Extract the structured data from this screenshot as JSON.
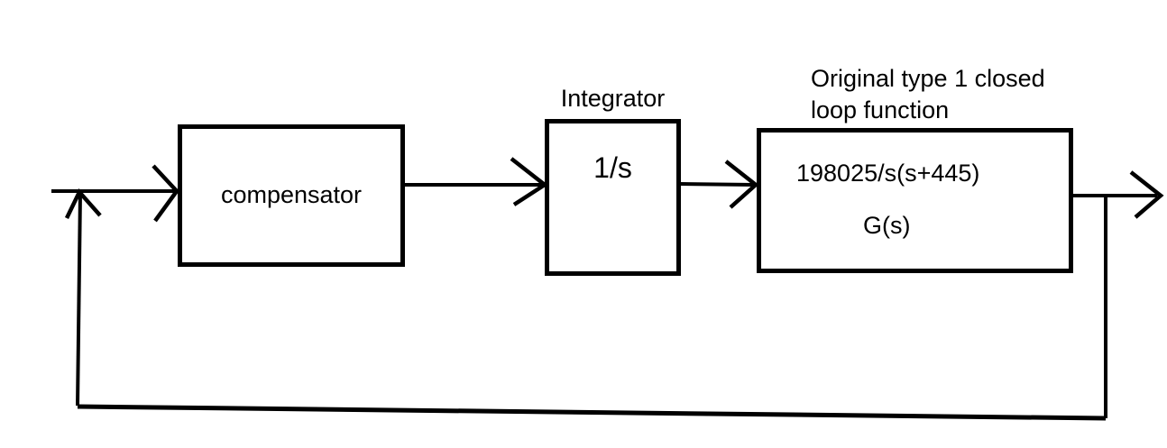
{
  "colors": {
    "background": "#ffffff",
    "ink": "#000000"
  },
  "blocks": {
    "compensator": {
      "label": "compensator"
    },
    "integrator": {
      "caption": "Integrator",
      "label": "1/s"
    },
    "plant": {
      "caption_line1": "Original type 1 closed",
      "caption_line2": "loop function",
      "label": "198025/s(s+445)",
      "sublabel": "G(s)"
    }
  },
  "connections": [
    {
      "name": "input-arrow",
      "from": "input",
      "to": "compensator"
    },
    {
      "name": "compensator-to-integrator-arrow",
      "from": "compensator",
      "to": "integrator"
    },
    {
      "name": "integrator-to-plant-arrow",
      "from": "integrator",
      "to": "plant"
    },
    {
      "name": "output-arrow",
      "from": "plant",
      "to": "output"
    },
    {
      "name": "feedback-path",
      "from": "output",
      "to": "input"
    }
  ]
}
